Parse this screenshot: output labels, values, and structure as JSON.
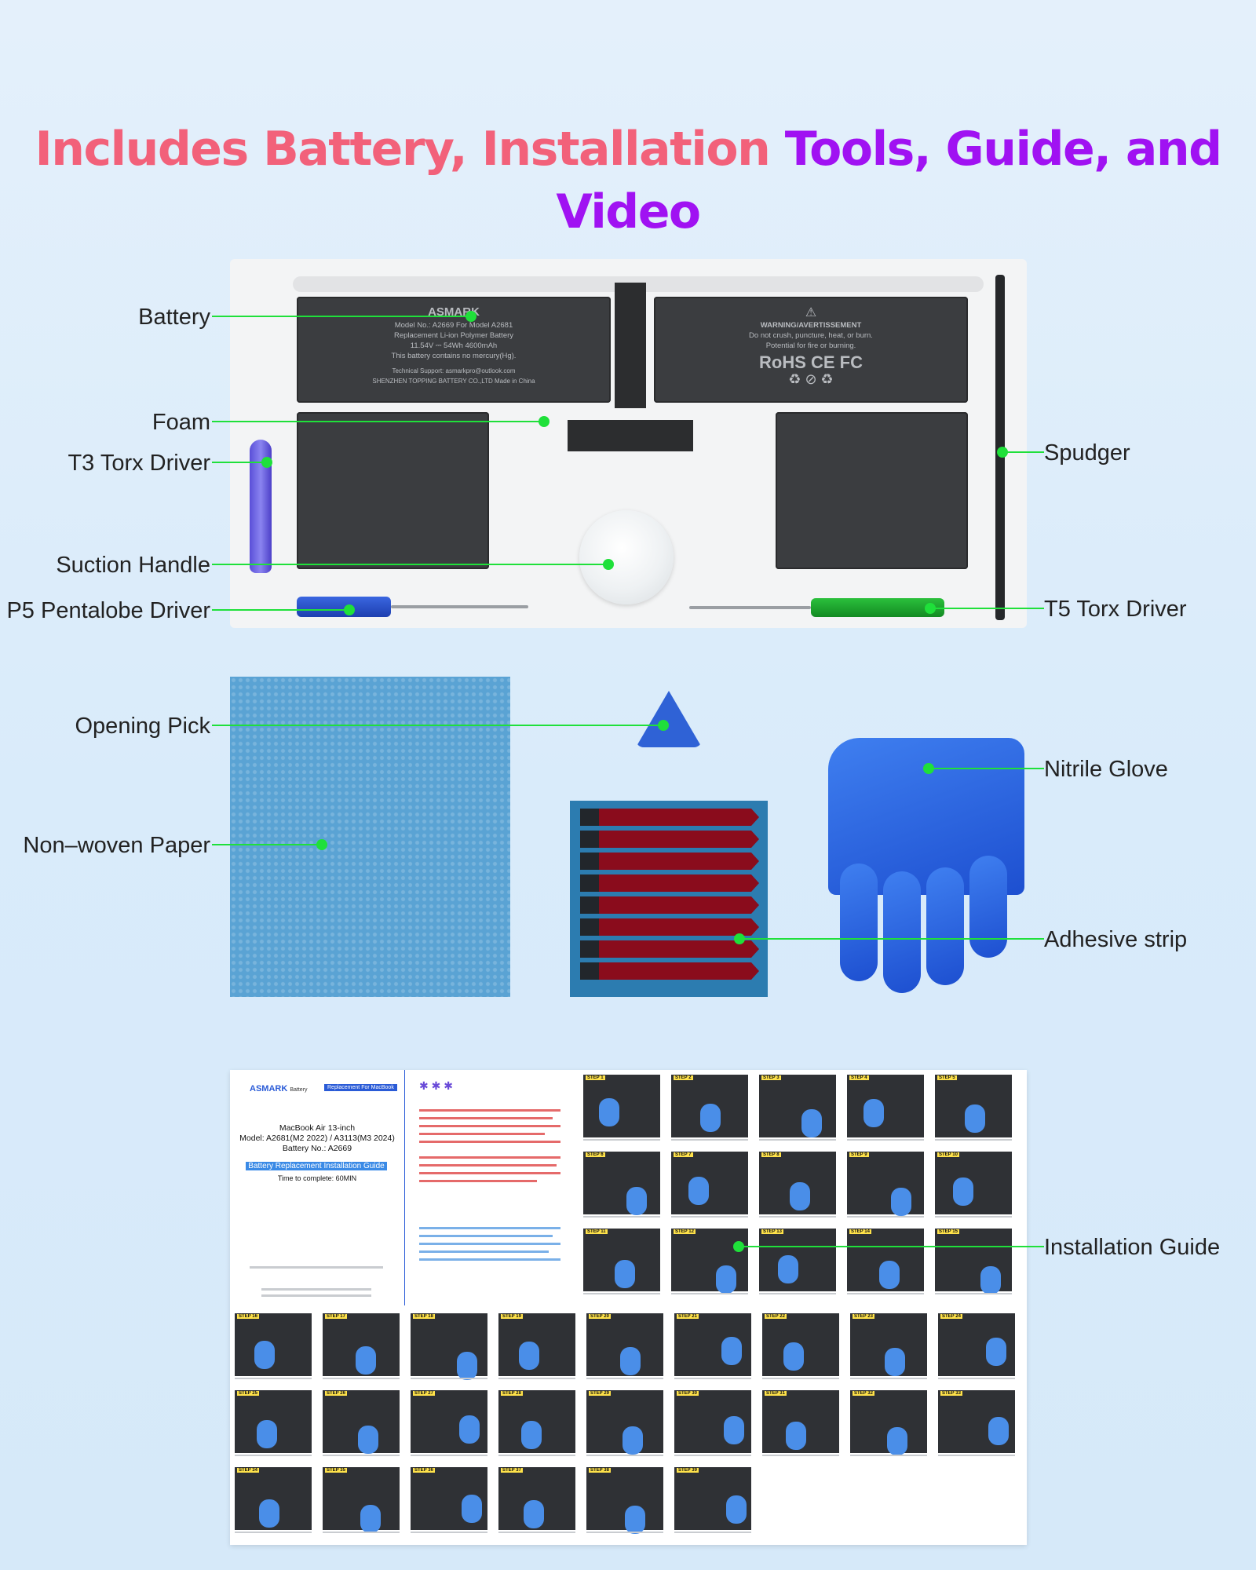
{
  "header": {
    "title_part1": "Includes Battery, Installation ",
    "title_part2": "Tools, Guide, and Video"
  },
  "colors": {
    "title_pink": "#f2617a",
    "title_purple": "#a012f2",
    "leader_green": "#1fe03a"
  },
  "labels": {
    "battery": "Battery",
    "foam": "Foam",
    "t3": "T3 Torx Driver",
    "suction": "Suction Handle",
    "p5": "P5 Pentalobe Driver",
    "spudger": "Spudger",
    "t5": "T5 Torx Driver",
    "pick": "Opening Pick",
    "paper": "Non–woven Paper",
    "glove": "Nitrile Glove",
    "adhesive": "Adhesive strip",
    "guide": "Installation Guide"
  },
  "battery_print": {
    "brand": "ASMARK",
    "model": "Model No.: A2669 For Model A2681",
    "type": "Replacement Li-ion Polymer Battery",
    "spec": "11.54V ⎓ 54Wh  4600mAh",
    "note": "This battery contains no mercury(Hg).",
    "support": "Technical Support: asmarkpro@outlook.com",
    "maker": "SHENZHEN TOPPING BATTERY CO.,LTD  Made in China",
    "warning": "WARNING/AVERTISSEMENT",
    "warning_text": "Do not crush, puncture, heat, or burn.",
    "warning_text2": "Potential for fire or burning.",
    "certs": "RoHS CE FC"
  },
  "guide_doc": {
    "brand": "ASMARK",
    "brand_suffix": "Battery",
    "tag": "Replacement For MacBook",
    "model_line1": "MacBook Air 13-inch",
    "model_line2": "Model: A2681(M2 2022) / A3113(M3 2024)",
    "model_line3": "Battery No.: A2669",
    "title": "Battery Replacement Installation Guide",
    "time": "Time to complete: 60MIN",
    "steps": [
      "STEP 1",
      "STEP 2",
      "STEP 3",
      "STEP 4",
      "STEP 5",
      "STEP 6",
      "STEP 7",
      "STEP 8",
      "STEP 9",
      "STEP 10",
      "STEP 11",
      "STEP 12",
      "STEP 13",
      "STEP 14",
      "STEP 15",
      "STEP 16",
      "STEP 17",
      "STEP 18",
      "STEP 19",
      "STEP 20",
      "STEP 21",
      "STEP 22",
      "STEP 23",
      "STEP 24",
      "STEP 25",
      "STEP 26",
      "STEP 27",
      "STEP 28",
      "STEP 29",
      "STEP 30",
      "STEP 31",
      "STEP 32",
      "STEP 33",
      "STEP 34",
      "STEP 35",
      "STEP 36",
      "STEP 37",
      "STEP 38",
      "STEP 39"
    ]
  }
}
